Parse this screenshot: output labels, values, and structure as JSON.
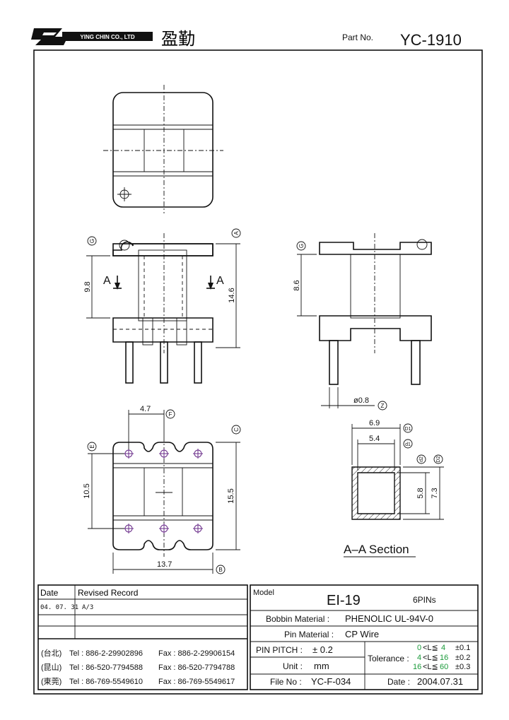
{
  "header": {
    "company_name": "YING CHIN CO., LTD",
    "company_chinese": "盈勤",
    "part_no_label": "Part No.",
    "part_no": "YC-1910"
  },
  "dims": {
    "top_dim_g": "G",
    "top_dim_a": "A",
    "dim_9_8": "9.8",
    "dim_14_6": "14.6",
    "section_a_left": "A",
    "section_a_right": "A",
    "right_g": "G",
    "dim_8_6": "8.6",
    "pin_dia": "ø0.8",
    "pin_z": "Z",
    "dim_4_7": "4.7",
    "dim_f": "F",
    "dim_e": "E",
    "dim_c": "C",
    "dim_10_5": "10.5",
    "dim_15_5": "15.5",
    "dim_13_7": "13.7",
    "dim_b": "B",
    "dim_6_9": "6.9",
    "dim_d1_upper": "D1",
    "dim_5_4": "5.4",
    "dim_d1_lower": "d1",
    "dim_d2_lower": "d2",
    "dim_d2_upper": "D2",
    "dim_5_8": "5.8",
    "dim_7_3": "7.3",
    "section_title": "A–A Section"
  },
  "revision": {
    "col_date": "Date",
    "col_record": "Revised Record",
    "rows": [
      {
        "date": "04. 07. 31",
        "record": "A/3"
      },
      {
        "date": "",
        "record": ""
      },
      {
        "date": "",
        "record": ""
      }
    ]
  },
  "contacts": [
    {
      "city": "(台北)",
      "tel": "Tel : 886-2-29902896",
      "fax": "Fax : 886-2-29906154"
    },
    {
      "city": "(昆山)",
      "tel": "Tel : 86-520-7794588",
      "fax": "Fax : 86-520-7794788"
    },
    {
      "city": "(東莞)",
      "tel": "Tel : 86-769-5549610",
      "fax": "Fax : 86-769-5549617"
    }
  ],
  "spec": {
    "model_label": "Model",
    "model": "EI-19",
    "pins": "6PINs",
    "bobbin_label": "Bobbin  Material :",
    "bobbin_value": "PHENOLIC UL-94V-0",
    "pin_label": "Pin  Material :",
    "pin_value": "CP Wire",
    "pitch_label": "PIN  PITCH :",
    "pitch_value": "± 0.2",
    "unit_label": "Unit :",
    "unit_value": "mm",
    "tolerance_label": "Tolerance :",
    "tol_rows": [
      {
        "lo": "0",
        "op": "<L≦",
        "hi": "4",
        "val": "±0.1"
      },
      {
        "lo": "4",
        "op": "<L≦",
        "hi": "16",
        "val": "±0.2"
      },
      {
        "lo": "16",
        "op": "<L≦",
        "hi": "60",
        "val": "±0.3"
      }
    ],
    "file_label": "File  No :",
    "file_value": "YC-F-034",
    "date_label": "Date :",
    "date_value": "2004.07.31"
  }
}
